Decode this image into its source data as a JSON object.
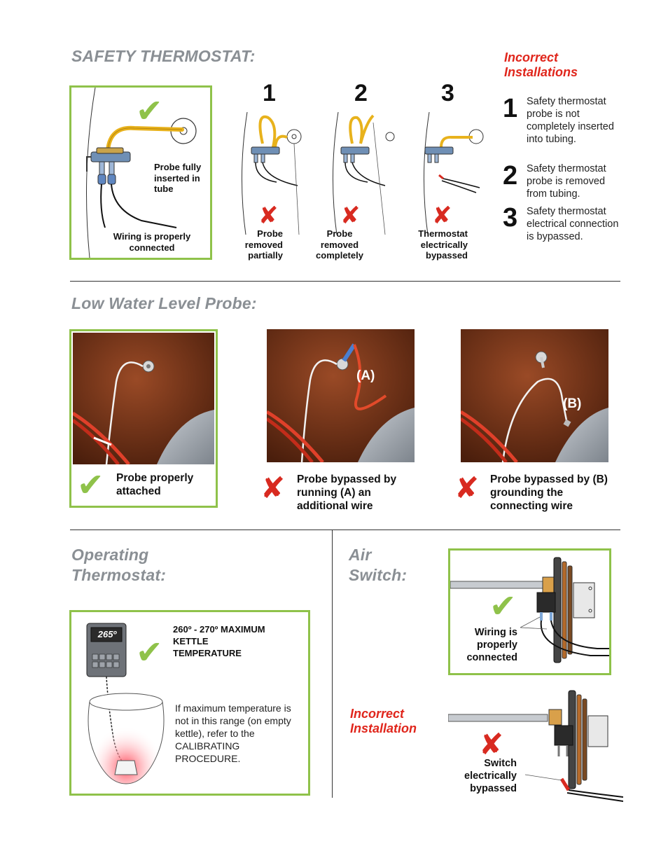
{
  "safety": {
    "heading": "SAFETY THERMOSTAT:",
    "incorrect_heading": "Incorrect Installations",
    "correct_probe_label": "Probe fully inserted in tube",
    "correct_wiring_label": "Wiring is properly connected",
    "numbers": [
      "1",
      "2",
      "3"
    ],
    "case_labels": [
      "Probe removed partially",
      "Probe removed completely",
      "Thermostat electrically bypassed"
    ],
    "incorrect_list": [
      {
        "num": "1",
        "text": "Safety thermostat probe is not completely inserted into tubing."
      },
      {
        "num": "2",
        "text": "Safety thermostat probe is removed from tubing."
      },
      {
        "num": "3",
        "text": "Safety thermostat electrical connection is bypassed."
      }
    ]
  },
  "low_water": {
    "heading": "Low Water Level Probe:",
    "tag_a": "(A)",
    "tag_b": "(B)",
    "correct_caption": "Probe properly attached",
    "bypass_a_caption": "Probe bypassed by running (A) an additional wire",
    "bypass_b_caption": "Probe bypassed by (B) grounding the connecting wire"
  },
  "operating": {
    "heading": "Operating Thermostat:",
    "display": "265º",
    "range_label": "260º - 270º MAXIMUM KETTLE TEMPERATURE",
    "note": "If maximum temperature is not in this range (on empty kettle), refer to the CALIBRATING PROCEDURE."
  },
  "air_switch": {
    "heading": "Air Switch:",
    "correct_caption": "Wiring is properly connected",
    "incorrect_heading": "Incorrect Installation",
    "bypass_caption": "Switch electrically bypassed"
  },
  "colors": {
    "green": "#8fc24a",
    "red": "#e0261c",
    "heading_gray": "#8a8f94",
    "kettle_brown": "#7a3518"
  },
  "icons": [
    "check-icon",
    "x-mark-icon"
  ]
}
